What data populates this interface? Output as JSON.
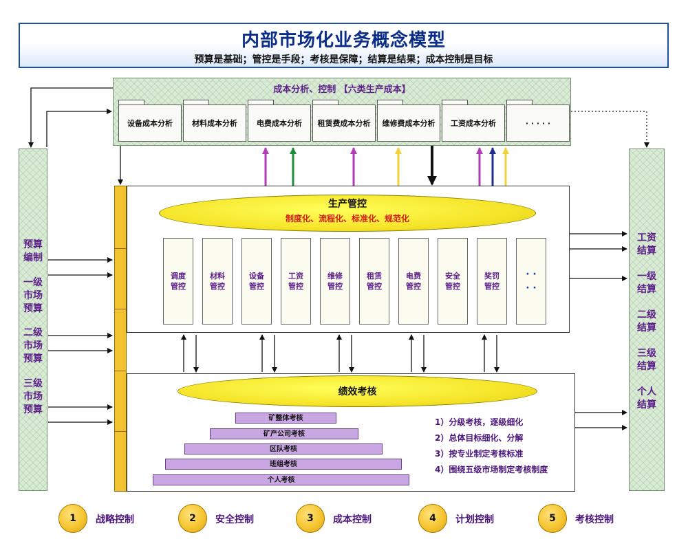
{
  "header": {
    "title": "内部市场化业务概念模型",
    "subtitle": "预算是基础；管控是手段；考核是保障；结算是结果；成本控制是目标"
  },
  "cost_panel": {
    "title": "成本分析、控制 【六类生产成本】",
    "items": [
      "设备成本分析",
      "材料成本分析",
      "电费成本分析",
      "租赁费成本分析",
      "维修费成本分析",
      "工资成本分析",
      "· · · · ·"
    ]
  },
  "left_column": {
    "items": [
      [
        "预算",
        "编制"
      ],
      [
        "一级",
        "市场",
        "预算"
      ],
      [
        "二级",
        "市场",
        "预算"
      ],
      [
        "三级",
        "市场",
        "预算"
      ]
    ]
  },
  "right_column": {
    "items": [
      [
        "工资",
        "结算"
      ],
      [
        "一级",
        "结算"
      ],
      [
        "二级",
        "结算"
      ],
      [
        "三级",
        "结算"
      ],
      [
        "个人",
        "结算"
      ]
    ]
  },
  "production": {
    "title": "生产管控",
    "subtitle": "制度化、流程化、标准化、规范化",
    "controls": [
      "调度管控",
      "材料管控",
      "设备管控",
      "工资管控",
      "维修管控",
      "租赁管控",
      "电费管控",
      "安全管控",
      "奖罚管控",
      "· ·\n· ·"
    ]
  },
  "performance": {
    "title": "绩效考核",
    "pyramid": [
      "矿整体考核",
      "矿产公司考核",
      "区队考核",
      "班组考核",
      "个人考核"
    ],
    "notes": [
      "1）分级考核，逐级细化",
      "2）总体目标细化、分解",
      "3）按专业制定考核标准",
      "4）围绕五级市场制定考核制度"
    ]
  },
  "legend": [
    {
      "num": "1",
      "label": "战略控制"
    },
    {
      "num": "2",
      "label": "安全控制"
    },
    {
      "num": "3",
      "label": "成本控制"
    },
    {
      "num": "4",
      "label": "计划控制"
    },
    {
      "num": "5",
      "label": "考核控制"
    }
  ],
  "colors": {
    "title": "#0b2d8a",
    "label_purple": "#5c1f8a",
    "subtitle_red": "#d81b1b",
    "ellipse_yellow": "#f6e52a",
    "panel_green": "#d9ebd4",
    "pyramid_purple": "#c9a7e2",
    "bar_yellow": "#f2c230",
    "arrow_magenta": "#b23cb8",
    "arrow_green": "#1e8c3a",
    "arrow_yellow": "#f2d23a",
    "arrow_navy": "#1e2c8c"
  }
}
